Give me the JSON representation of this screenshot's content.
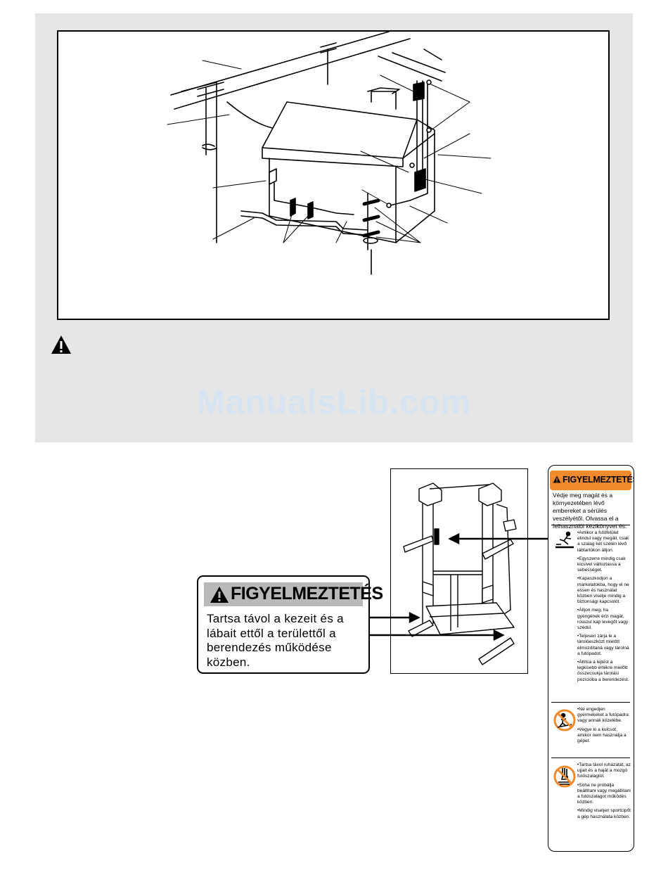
{
  "watermark": "ManualsLib.com",
  "small_label": {
    "title": "FIGYELMEZTETÉS",
    "lines": [
      "Tartsa távol a kezeit és a",
      "lábait ettől a területtől a",
      "berendezés működése",
      "közben."
    ]
  },
  "big_label": {
    "title": "FIGYELMEZTETÉS",
    "intro": "Védje meg magát és a környezetében lévő embereket a sérülés veszélyétől. Olvassa el a felhasználói kézikönyvet és:",
    "section1": [
      "•Amikor a futófelület elindul vagy megáll, csak a szalag két szélén lévő lábtartókon álljon.",
      "•Egyszerre mindig csak kicsivel változtassa a sebességet.",
      "•Kapaszkodjon a markolatokba, hogy el ne essen és használat közben viselje mindig a biztonsági kapcsolót.",
      "•Álljon meg, ha gyengének érzi magát, rosszul kap levegőt vagy szédül.",
      "•Teljesen zárja le a tárolóeszközt mielőtt elmozdítaná vagy tárolná a futópadot.",
      "•Állítsa a lejtést a legkisebb értékre mielőtt összecsukja tárolási pozícióba a berendezést."
    ],
    "section2": [
      "•Ne engedjen gyermekeket a futópadra vagy annak közelébe.",
      "•Vegye ki a kulcsot, amikor nem használja a gépet."
    ],
    "section3": [
      "•Tartsa távol ruházatát, az ujjait és a haját a mozgó futószalagtól.",
      "•Soha ne próbálja beállítani vagy megállítani a futószalagot működés közben.",
      "•Mindig viseljen sportcipőt a gép használata közben."
    ]
  },
  "colors": {
    "panel_gray": "#e6e6e6",
    "label_orange": "#f08a2a",
    "label_header_gray": "#b9b9b9",
    "watermark_blue": "#d6e4f2"
  },
  "icons": [
    "warning-triangle-icon",
    "slip-fall-icon",
    "no-children-icon",
    "hand-entanglement-icon"
  ]
}
